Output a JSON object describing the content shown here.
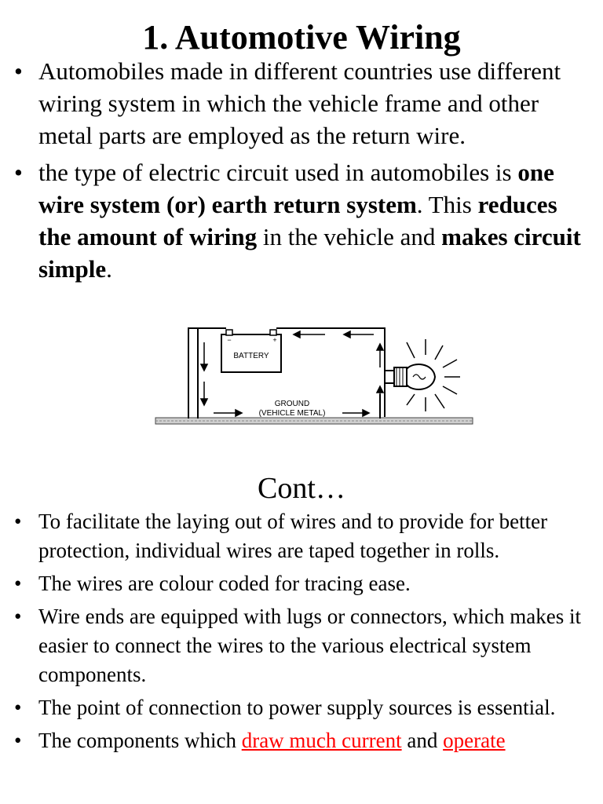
{
  "slide1": {
    "title": "1. Automotive Wiring",
    "bullets": [
      {
        "text": "Automobiles made in different countries use different wiring system in which the vehicle frame and other metal parts are employed as the return wire."
      },
      {
        "p1": "the type of electric circuit used in automobiles is ",
        "b1": "one wire system (or) earth return system",
        "p2": ". This ",
        "b2": "reduces the amount of wiring",
        "p3": " in the vehicle and ",
        "b3": "makes circuit simple",
        "p4": "."
      }
    ],
    "diagram": {
      "battery_label": "BATTERY",
      "minus": "−",
      "plus": "+",
      "ground_line1": "GROUND",
      "ground_line2": "(VEHICLE METAL)"
    }
  },
  "slide2": {
    "title": "Cont…",
    "bullets": [
      "To facilitate the laying out of wires and to provide for better protection, individual wires are taped together in rolls.",
      "The wires are colour coded for tracing ease.",
      " Wire ends are equipped with lugs or connectors, which makes it easier to connect the wires to the various electrical system components.",
      "The point of connection to power supply sources is essential."
    ],
    "last_bullet": {
      "p1": " The components which ",
      "red1": "draw much current",
      "p2": " and ",
      "red2": "operate"
    }
  },
  "bullet_char": "•",
  "colors": {
    "text": "#000000",
    "highlight": "#ff0000",
    "background": "#ffffff"
  }
}
